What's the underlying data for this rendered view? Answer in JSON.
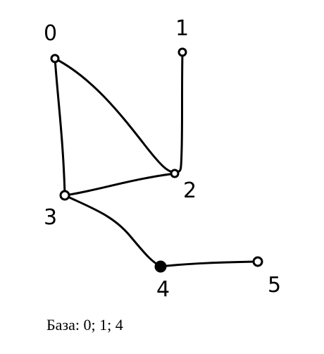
{
  "graph": {
    "nodes": [
      {
        "id": "0",
        "label": "0",
        "filled": false
      },
      {
        "id": "1",
        "label": "1",
        "filled": false
      },
      {
        "id": "2",
        "label": "2",
        "filled": false
      },
      {
        "id": "3",
        "label": "3",
        "filled": false
      },
      {
        "id": "4",
        "label": "4",
        "filled": true
      },
      {
        "id": "5",
        "label": "5",
        "filled": false
      }
    ],
    "edges": [
      [
        "0",
        "2"
      ],
      [
        "0",
        "3"
      ],
      [
        "1",
        "2"
      ],
      [
        "2",
        "3"
      ],
      [
        "3",
        "4"
      ],
      [
        "4",
        "5"
      ]
    ]
  },
  "caption": "База: 0; 1; 4"
}
